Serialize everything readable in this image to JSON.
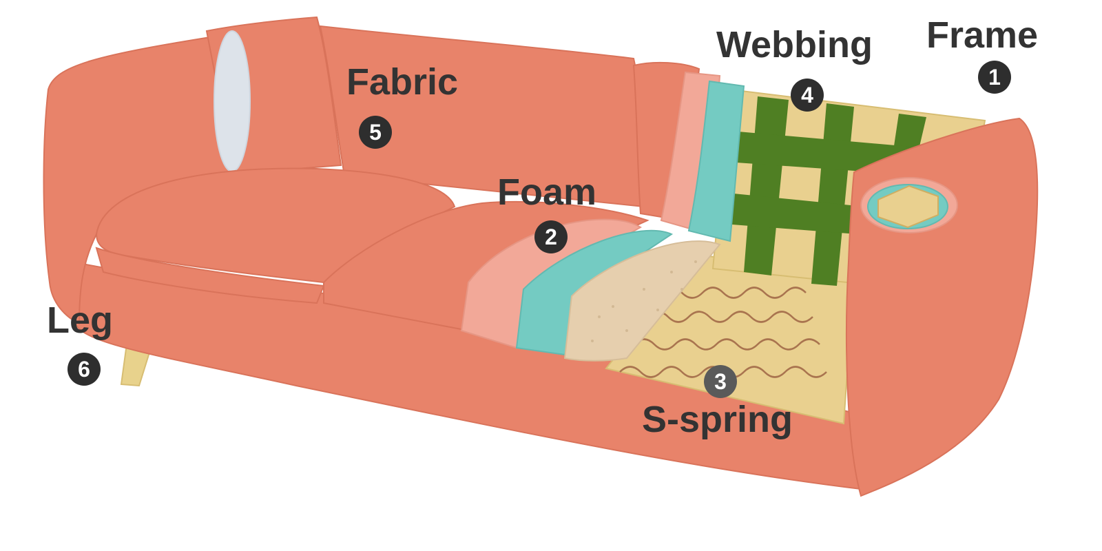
{
  "colors": {
    "sofa": "#e8836a",
    "sofa_outline": "#d9735a",
    "foam_pink": "#f2a898",
    "foam_teal": "#74cbc2",
    "foam_tan": "#e6cfae",
    "frame_wood": "#e9d08f",
    "webbing": "#4f7f23",
    "spring": "#b07a55",
    "pillow_strip": "#dde3ea",
    "leg": "#e8d28c",
    "text": "#333333",
    "badge": "#2e2e2e"
  },
  "parts": [
    {
      "id": "frame",
      "label": "Frame",
      "number": "1"
    },
    {
      "id": "foam",
      "label": "Foam",
      "number": "2"
    },
    {
      "id": "s-spring",
      "label": "S-spring",
      "number": "3"
    },
    {
      "id": "webbing",
      "label": "Webbing",
      "number": "4"
    },
    {
      "id": "fabric",
      "label": "Fabric",
      "number": "5"
    },
    {
      "id": "leg",
      "label": "Leg",
      "number": "6"
    }
  ]
}
